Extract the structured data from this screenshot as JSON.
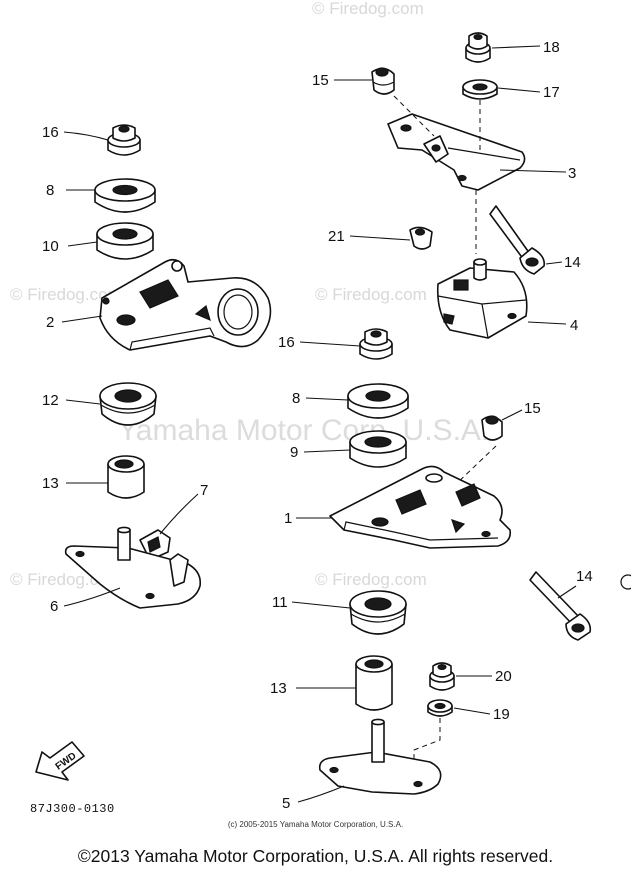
{
  "watermark": {
    "brand": "© Firedog.com",
    "overlay": "Yamaha Motor Corp, U.S.A."
  },
  "part_labels": {
    "p1": "1",
    "p2": "2",
    "p3": "3",
    "p4": "4",
    "p5": "5",
    "p6": "6",
    "p7": "7",
    "p8a": "8",
    "p8b": "8",
    "p9": "9",
    "p10": "10",
    "p11": "11",
    "p12": "12",
    "p13a": "13",
    "p13b": "13",
    "p14a": "14",
    "p14b": "14",
    "p15a": "15",
    "p15b": "15",
    "p16a": "16",
    "p16b": "16",
    "p17": "17",
    "p18": "18",
    "p19": "19",
    "p20": "20",
    "p21": "21"
  },
  "fwd_label": "FWD",
  "diagram_code": "87J300-0130",
  "footer": {
    "small_copyright": "(c) 2005-2015 Yamaha Motor Corporation, U.S.A.",
    "copyright": "©2013 Yamaha Motor Corporation, U.S.A. All rights reserved."
  },
  "colors": {
    "ink": "#111111",
    "watermark": "#d8d8d8",
    "background": "#ffffff"
  }
}
